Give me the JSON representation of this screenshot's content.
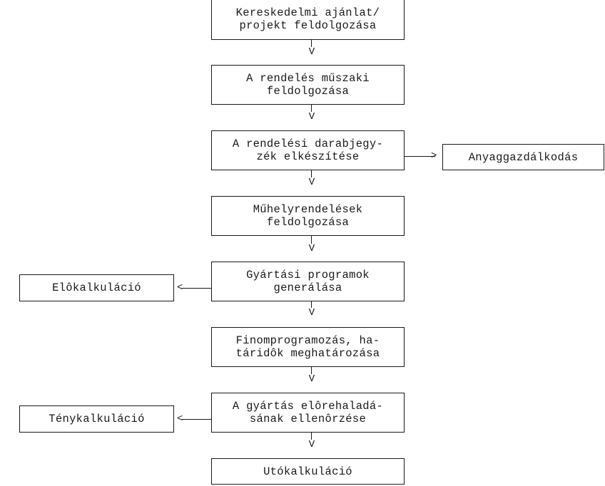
{
  "flow_steps": [
    {
      "id": "step-1",
      "line1": "Kereskedelmi ajánlat/",
      "line2": "projekt feldolgozása"
    },
    {
      "id": "step-2",
      "line1": "A rendelés műszaki",
      "line2": "feldolgozása"
    },
    {
      "id": "step-3",
      "line1": "A rendelési darabjegy-",
      "line2": "zék elkészítése"
    },
    {
      "id": "step-4",
      "line1": "Műhelyrendelések",
      "line2": "feldolgozása"
    },
    {
      "id": "step-5",
      "line1": "Gyártási programok",
      "line2": "generálása"
    },
    {
      "id": "step-6",
      "line1": "Finomprogramozás, ha-",
      "line2": "táridôk meghatározása"
    },
    {
      "id": "step-7",
      "line1": "A gyártás elôrehaladá-",
      "line2": "sának ellenôrzése"
    },
    {
      "id": "step-8",
      "line1": "Utókalkuláció",
      "line2": ""
    }
  ],
  "side_boxes": {
    "materials": "Anyaggazdálkodás",
    "pre_calc": "Elôkalkuláció",
    "actual_calc": "Ténykalkuláció"
  },
  "arrow_glyphs": {
    "down": "V",
    "right": ">",
    "left": "<"
  }
}
